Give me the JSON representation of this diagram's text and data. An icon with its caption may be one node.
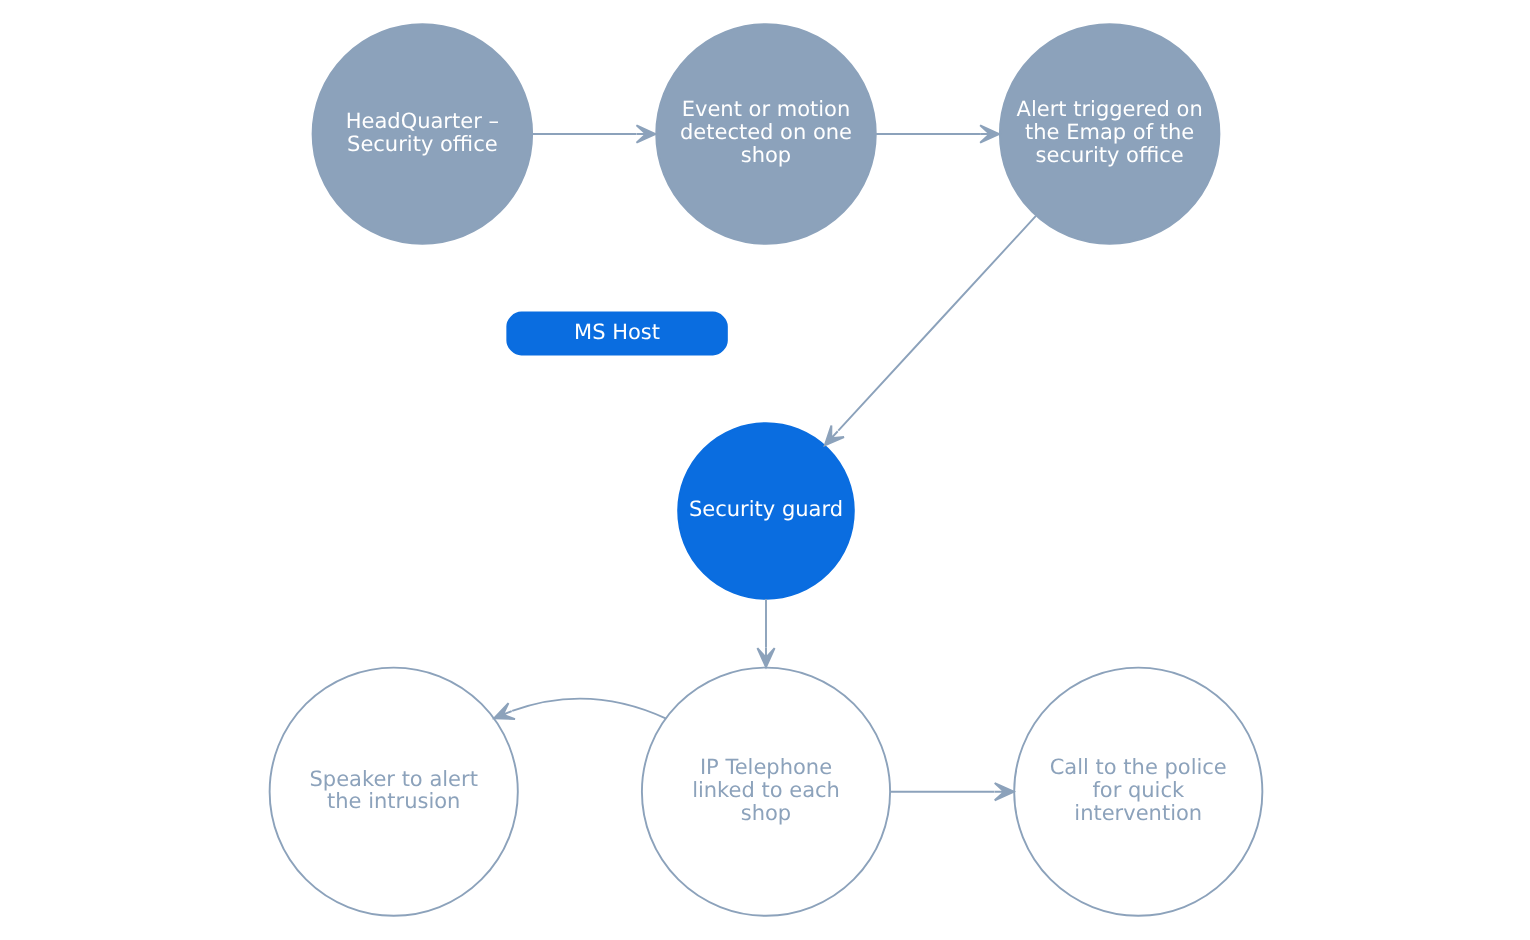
{
  "diagram": {
    "nodes": [
      {
        "text": [
          "HeadQuarter – Security office"
        ]
      },
      {
        "text": [
          "Event or motion detected on one shop"
        ]
      },
      {
        "text": [
          "Alert triggered on the Emap of the security office"
        ]
      },
      {
        "text": [
          "MS Host"
        ]
      },
      {
        "text": [
          "Security guard"
        ]
      },
      {
        "text": [
          "Speaker to alert the intrusion"
        ]
      },
      {
        "text": [
          "IP Telephone linked to each shop"
        ]
      },
      {
        "text": [
          "Call to the police for quick intervention"
        ]
      }
    ],
    "edges": [
      {
        "from": 0,
        "to": 1,
        "arrow": "to"
      },
      {
        "from": 1,
        "to": 2,
        "arrow": "to"
      },
      {
        "from": 2,
        "to": 4,
        "arrow": "to"
      },
      {
        "from": 4,
        "to": 6,
        "arrow": "to"
      },
      {
        "from": 6,
        "to": 5,
        "arrow": "to"
      },
      {
        "from": 6,
        "to": 7,
        "arrow": "to"
      }
    ]
  }
}
